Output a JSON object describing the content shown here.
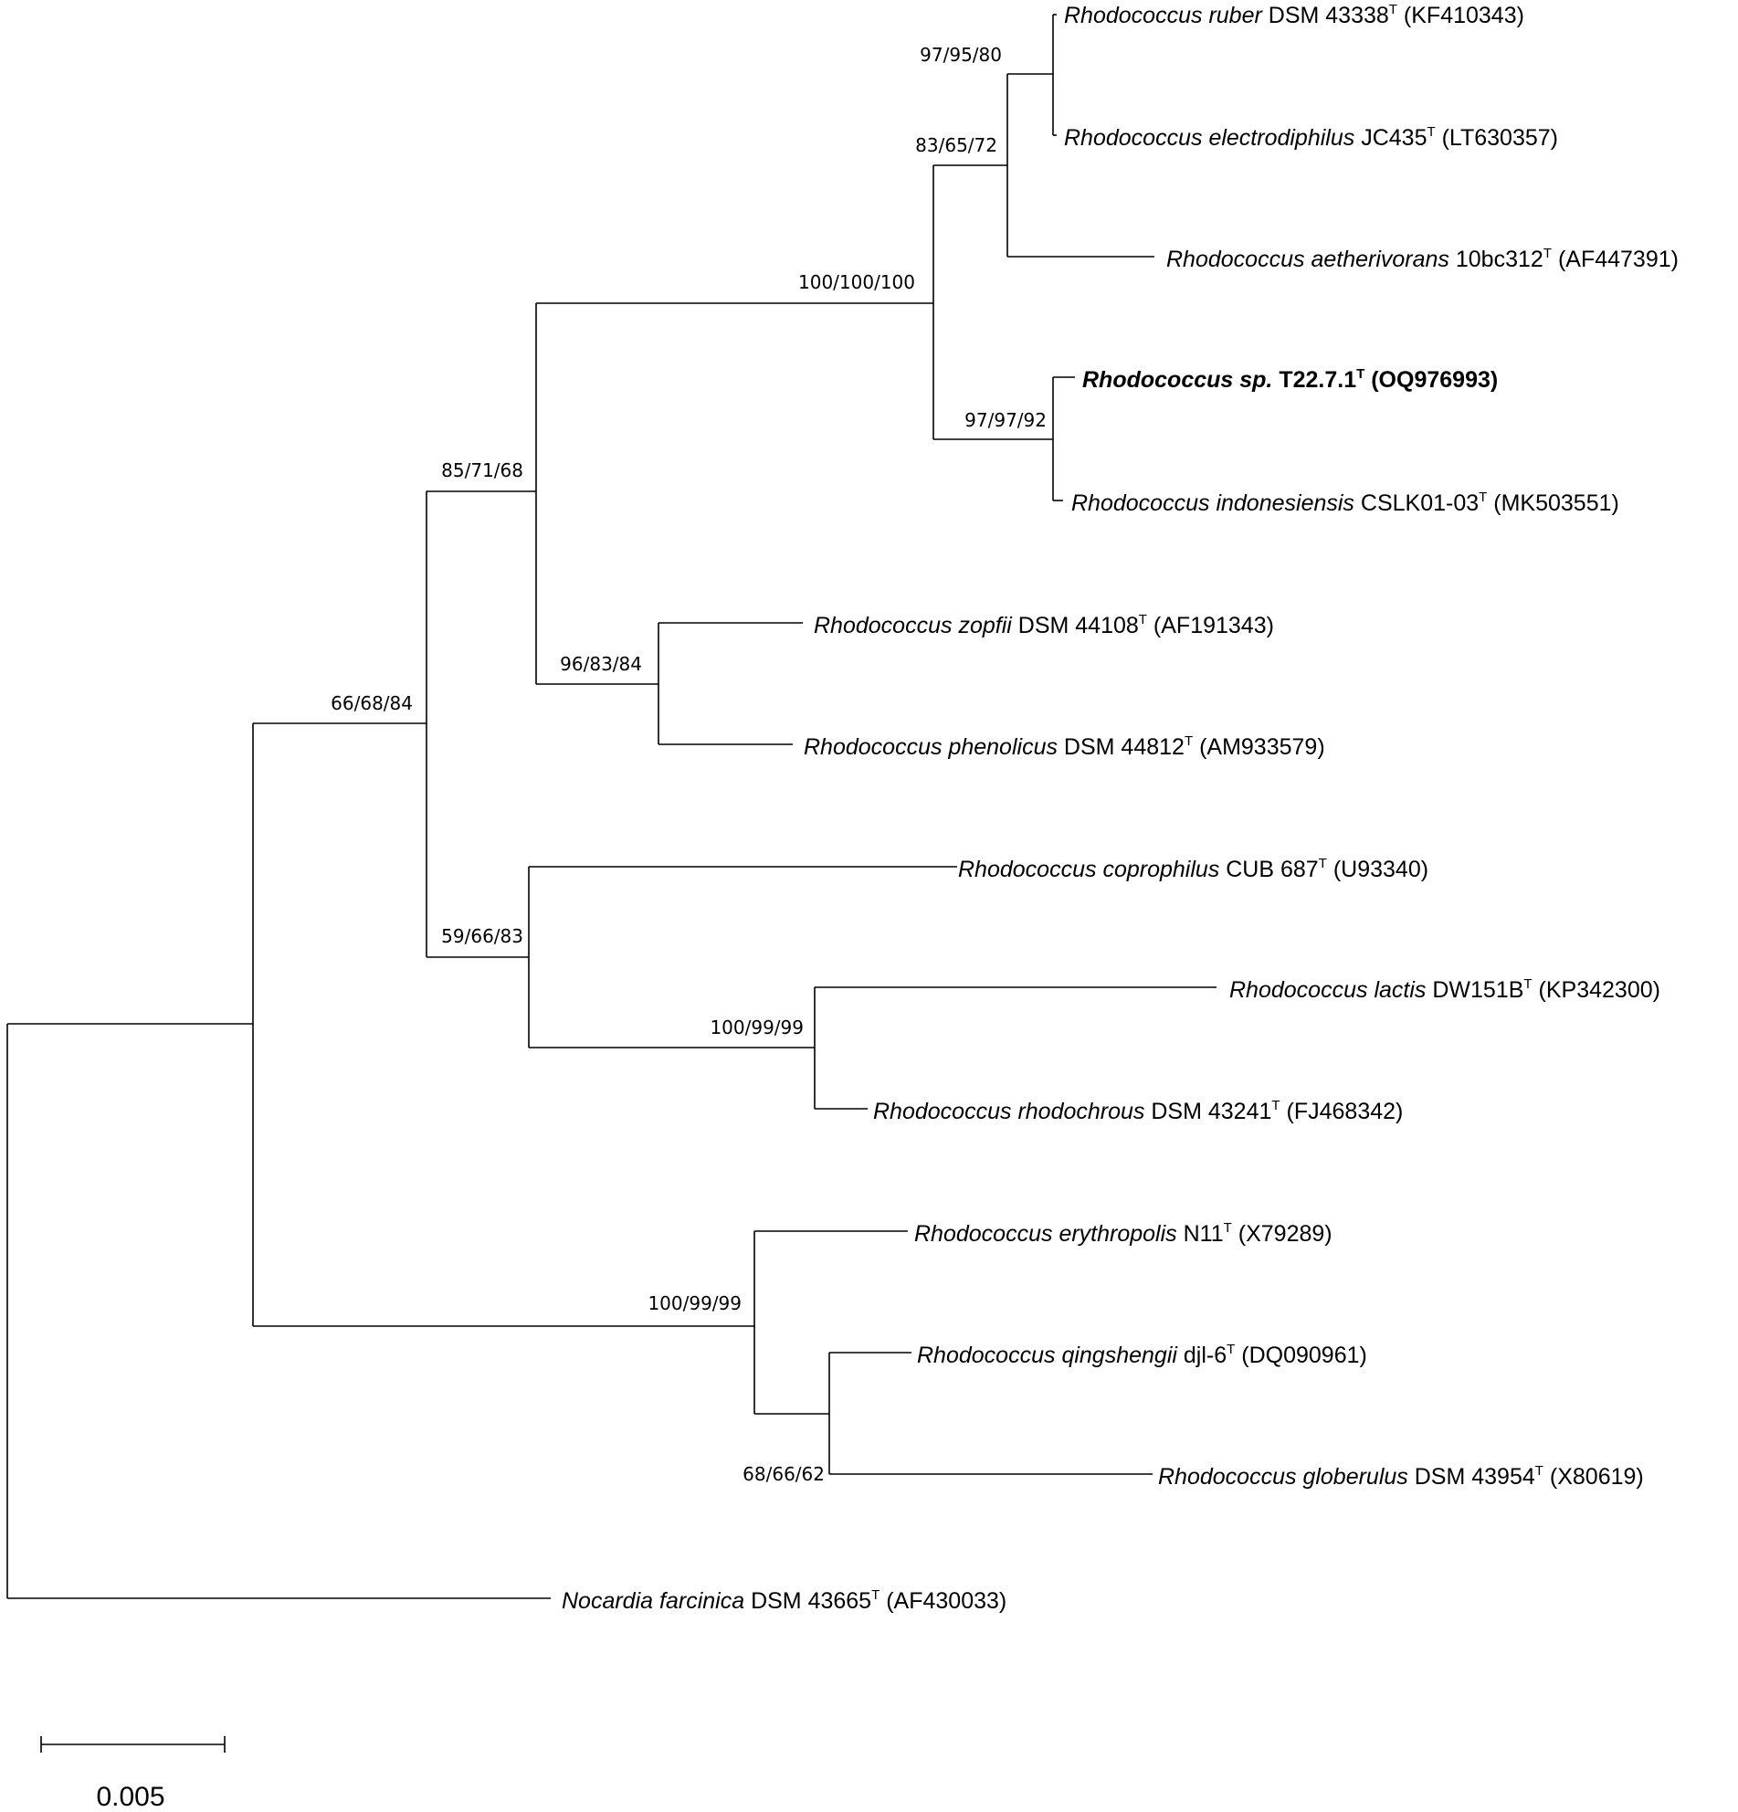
{
  "taxa": [
    {
      "genus": "Rhodococcus",
      "species": "ruber",
      "strain": "DSM 43338",
      "type_mark": "T",
      "accession": "(KF410343)"
    },
    {
      "genus": "Rhodococcus",
      "species": "electrodiphilus",
      "strain": "JC435",
      "type_mark": "T",
      "accession": "(LT630357)"
    },
    {
      "genus": "Rhodococcus",
      "species": "aetherivorans",
      "strain": "10bc312",
      "type_mark": "T",
      "accession": "(AF447391)"
    },
    {
      "genus": "Rhodococcus",
      "species": "sp.",
      "strain": "T22.7.1",
      "type_mark": "T",
      "accession": "(OQ976993)",
      "bold": true
    },
    {
      "genus": "Rhodococcus",
      "species": "indonesiensis",
      "strain": "CSLK01-03",
      "type_mark": "T",
      "accession": "(MK503551)"
    },
    {
      "genus": "Rhodococcus",
      "species": "zopfii",
      "strain": "DSM 44108",
      "type_mark": "T",
      "accession": "(AF191343)"
    },
    {
      "genus": "Rhodococcus",
      "species": "phenolicus",
      "strain": "DSM 44812",
      "type_mark": "T",
      "accession": "(AM933579)"
    },
    {
      "genus": "Rhodococcus",
      "species": "coprophilus",
      "strain": "CUB 687",
      "type_mark": "T",
      "accession": "(U93340)"
    },
    {
      "genus": "Rhodococcus",
      "species": "lactis",
      "strain": "DW151B",
      "type_mark": "T",
      "accession": "(KP342300)"
    },
    {
      "genus": "Rhodococcus",
      "species": "rhodochrous",
      "strain": "DSM 43241",
      "type_mark": "T",
      "accession": "(FJ468342)"
    },
    {
      "genus": "Rhodococcus",
      "species": "erythropolis",
      "strain": "N11",
      "type_mark": "T",
      "accession": "(X79289)"
    },
    {
      "genus": "Rhodococcus",
      "species": "qingshengii",
      "strain": "djl-6",
      "type_mark": "T",
      "accession": "(DQ090961)"
    },
    {
      "genus": "Rhodococcus",
      "species": "globerulus",
      "strain": "DSM 43954",
      "type_mark": "T",
      "accession": "(X80619)"
    },
    {
      "genus": "Nocardia",
      "species": "farcinica",
      "strain": "DSM 43665",
      "type_mark": "T",
      "accession": "(AF430033)"
    }
  ],
  "support_values": [
    "97/95/80",
    "83/65/72",
    "100/100/100",
    "97/97/92",
    "85/71/68",
    "96/83/84",
    "66/68/84",
    "59/66/83",
    "100/99/99",
    "100/99/99",
    "68/66/62"
  ],
  "scale_bar": {
    "label": "0.005"
  }
}
